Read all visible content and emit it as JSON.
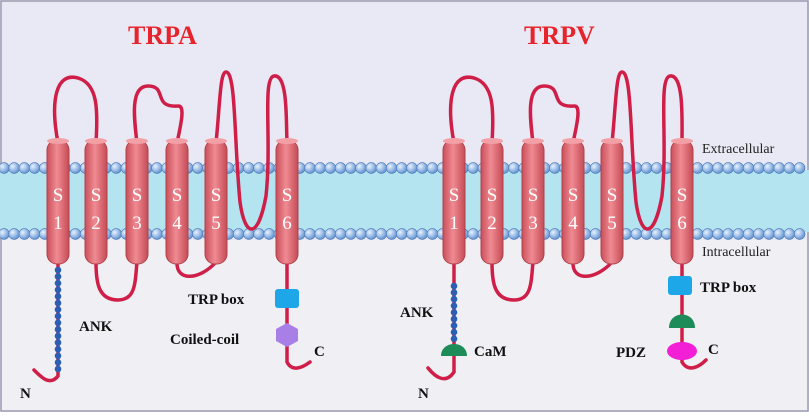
{
  "panels": [
    {
      "title": "TRPA",
      "helices": [
        {
          "s": "S",
          "n": "1"
        },
        {
          "s": "S",
          "n": "2"
        },
        {
          "s": "S",
          "n": "3"
        },
        {
          "s": "S",
          "n": "4"
        },
        {
          "s": "S",
          "n": "5"
        },
        {
          "s": "S",
          "n": "6"
        }
      ],
      "labels": {
        "ank": "ANK",
        "n": "N",
        "trp_box": "TRP box",
        "coiled_coil": "Coiled-coil",
        "c": "C"
      }
    },
    {
      "title": "TRPV",
      "helices": [
        {
          "s": "S",
          "n": "1"
        },
        {
          "s": "S",
          "n": "2"
        },
        {
          "s": "S",
          "n": "3"
        },
        {
          "s": "S",
          "n": "4"
        },
        {
          "s": "S",
          "n": "5"
        },
        {
          "s": "S",
          "n": "6"
        }
      ],
      "labels": {
        "ank": "ANK",
        "cam": "CaM",
        "n": "N",
        "trp_box": "TRP box",
        "pdz": "PDZ",
        "c": "C"
      }
    }
  ],
  "membrane": {
    "extracellular": "Extracellular",
    "intracellular": "Intracellular"
  },
  "colors": {
    "background_top": "#e9e9f5",
    "background_bottom": "#efeff4",
    "membrane_fill": "#b3e4f0",
    "lipid_head": "#6f9fd6",
    "helix": "#e2747c",
    "loop": "#cf1f48",
    "ank_bead": "#2a5fb4",
    "trp_box": "#1ea7e8",
    "coiled_coil": "#a77fe6",
    "cam": "#1d8c58",
    "pdz": "#f21fd6"
  }
}
